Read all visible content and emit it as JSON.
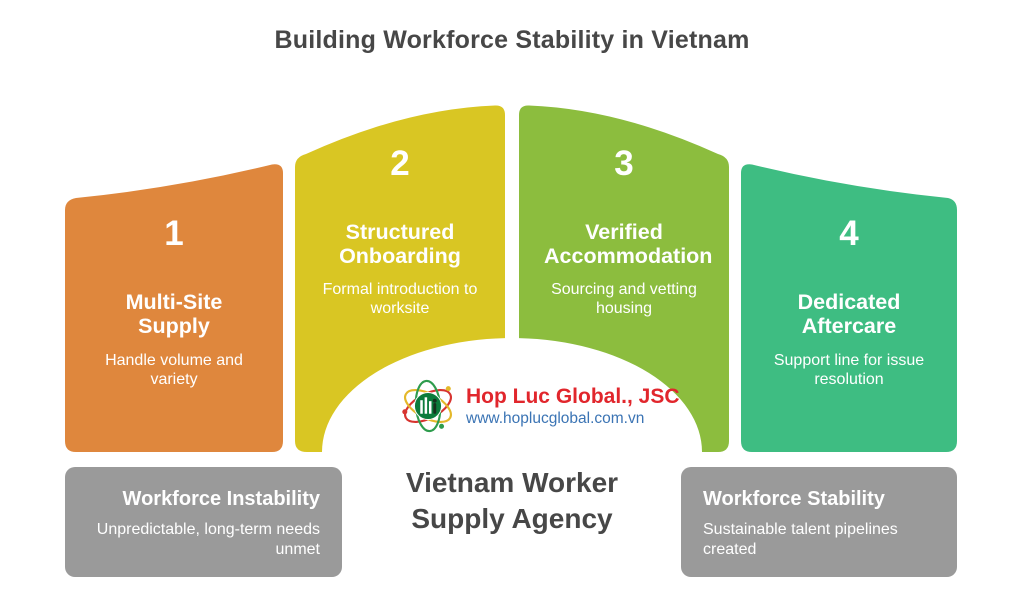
{
  "title": "Building Workforce Stability in Vietnam",
  "steps": [
    {
      "number": "1",
      "title": "Multi-Site Supply",
      "description": "Handle volume and variety",
      "color": "#DF873D"
    },
    {
      "number": "2",
      "title": "Structured Onboarding",
      "description": "Formal introduction to worksite",
      "color": "#D9C623"
    },
    {
      "number": "3",
      "title": "Verified Accommodation",
      "description": "Sourcing and vetting housing",
      "color": "#8CBD3E"
    },
    {
      "number": "4",
      "title": "Dedicated Aftercare",
      "description": "Support line for issue resolution",
      "color": "#3EBD82"
    }
  ],
  "logo": {
    "company": "Hop Luc Global., JSC",
    "website": "www.hoplucglobal.com.vn",
    "company_color": "#E1262C",
    "website_color": "#3B74B4"
  },
  "center_label": "Vietnam Worker Supply Agency",
  "before_box": {
    "title": "Workforce Instability",
    "description": "Unpredictable, long-term needs unmet"
  },
  "after_box": {
    "title": "Workforce Stability",
    "description": "Sustainable talent pipelines created"
  },
  "colors": {
    "heading_text": "#474747",
    "outcome_box": "#9A9A9A",
    "step_text": "#FFFFFF"
  }
}
